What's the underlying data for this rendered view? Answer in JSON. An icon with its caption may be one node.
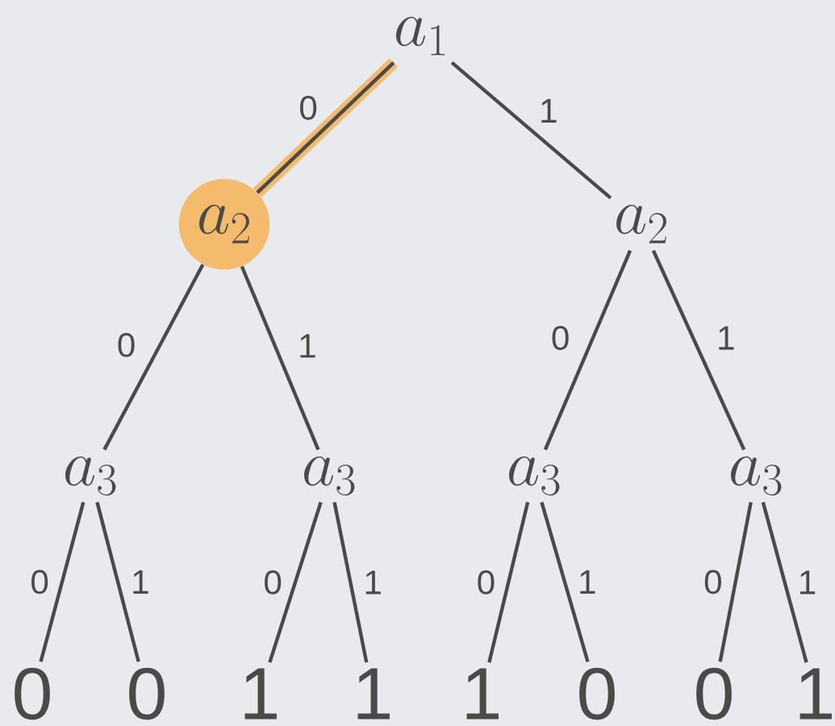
{
  "diagram": {
    "nodes": [
      {
        "text": [
          "a_1"
        ]
      },
      {
        "text": [
          "a_2"
        ]
      },
      {
        "text": [
          "a_2"
        ]
      },
      {
        "text": [
          "a_3"
        ]
      },
      {
        "text": [
          "a_3"
        ]
      },
      {
        "text": [
          "a_3"
        ]
      },
      {
        "text": [
          "a_3"
        ]
      },
      {
        "text": [
          "0"
        ]
      },
      {
        "text": [
          "0"
        ]
      },
      {
        "text": [
          "1"
        ]
      },
      {
        "text": [
          "1"
        ]
      },
      {
        "text": [
          "1"
        ]
      },
      {
        "text": [
          "0"
        ]
      },
      {
        "text": [
          "0"
        ]
      },
      {
        "text": [
          "1"
        ]
      }
    ],
    "edges": [
      {
        "from": 0,
        "to": 1,
        "arrow": "none",
        "label": "0",
        "style": "thick",
        "color": "#f4bb6c"
      },
      {
        "from": 0,
        "to": 2,
        "arrow": "none",
        "label": "1"
      },
      {
        "from": 1,
        "to": 3,
        "arrow": "none",
        "label": "0"
      },
      {
        "from": 1,
        "to": 4,
        "arrow": "none",
        "label": "1"
      },
      {
        "from": 2,
        "to": 5,
        "arrow": "none",
        "label": "0"
      },
      {
        "from": 2,
        "to": 6,
        "arrow": "none",
        "label": "1"
      },
      {
        "from": 3,
        "to": 7,
        "arrow": "none",
        "label": "0"
      },
      {
        "from": 3,
        "to": 8,
        "arrow": "none",
        "label": "1"
      },
      {
        "from": 4,
        "to": 9,
        "arrow": "none",
        "label": "0"
      },
      {
        "from": 4,
        "to": 10,
        "arrow": "none",
        "label": "1"
      },
      {
        "from": 5,
        "to": 11,
        "arrow": "none",
        "label": "0"
      },
      {
        "from": 5,
        "to": 12,
        "arrow": "none",
        "label": "1"
      },
      {
        "from": 6,
        "to": 13,
        "arrow": "none",
        "label": "0"
      },
      {
        "from": 6,
        "to": 14,
        "arrow": "none",
        "label": "1"
      }
    ]
  }
}
